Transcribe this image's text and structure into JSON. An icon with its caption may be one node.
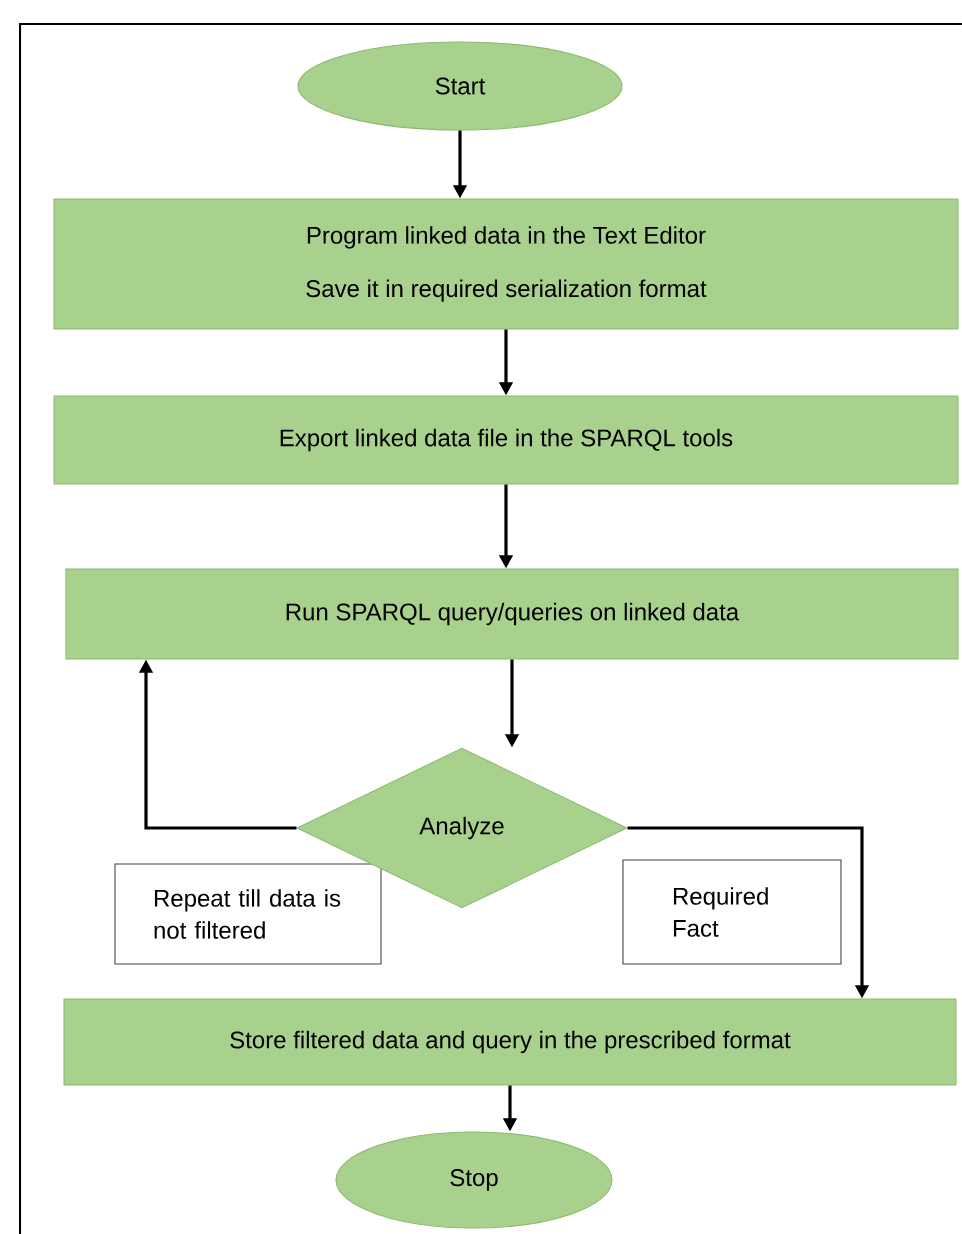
{
  "diagram": {
    "nodes": [
      {
        "text": [
          "Start"
        ]
      },
      {
        "text": [
          "Program linked data in the Text Editor",
          "Save it in required serialization format"
        ]
      },
      {
        "text": [
          "Export linked data file in the SPARQL tools"
        ]
      },
      {
        "text": [
          "Run SPARQL query/queries on linked data"
        ]
      },
      {
        "text": [
          "Analyze"
        ]
      },
      {
        "text": [
          "Repeat till data is not filtered"
        ]
      },
      {
        "text": [
          "Required Fact"
        ]
      },
      {
        "text": [
          "Store filtered data and query in the prescribed format"
        ]
      },
      {
        "text": [
          "Stop"
        ]
      }
    ],
    "edges": [
      {
        "from": 0,
        "to": 1,
        "arrow": "to"
      },
      {
        "from": 1,
        "to": 2,
        "arrow": "to"
      },
      {
        "from": 2,
        "to": 3,
        "arrow": "to"
      },
      {
        "from": 3,
        "to": 4,
        "arrow": "to"
      },
      {
        "from": 4,
        "to": 3,
        "arrow": "to"
      },
      {
        "from": 4,
        "to": 7,
        "arrow": "to"
      },
      {
        "from": 7,
        "to": 8,
        "arrow": "to"
      }
    ]
  }
}
